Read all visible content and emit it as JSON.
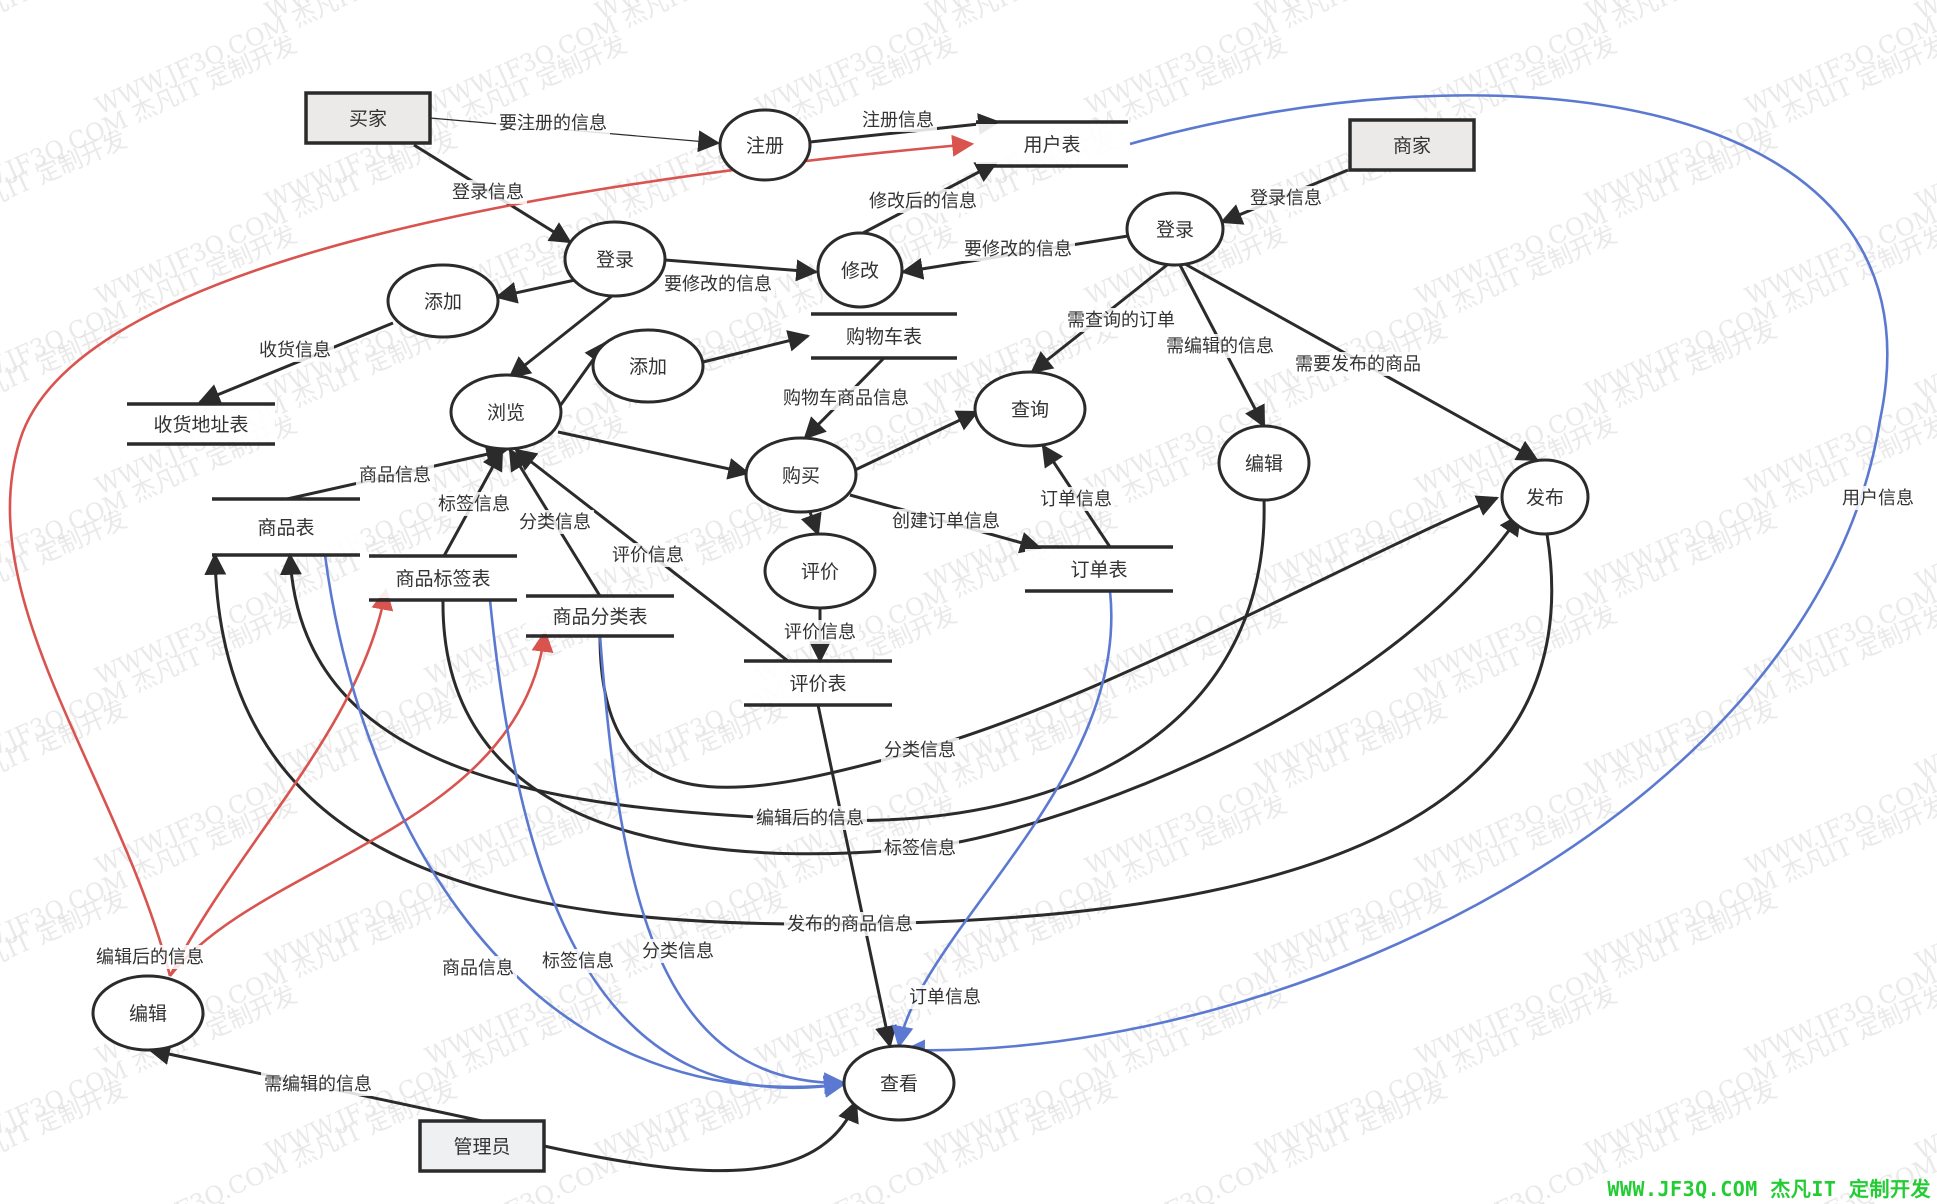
{
  "diagram": {
    "type": "data-flow-diagram",
    "colors": {
      "line": "#2b2b2b",
      "entity_fill": "#ece9e9",
      "entity_fill_alt": "#eef0f2",
      "red_flow": "#d9534f",
      "blue_flow": "#5b79d0",
      "label_bg": "#ffffff"
    },
    "entities": [
      {
        "id": "buyer",
        "label": "买家"
      },
      {
        "id": "merchant",
        "label": "商家"
      },
      {
        "id": "admin",
        "label": "管理员"
      }
    ],
    "processes": [
      {
        "id": "register",
        "label": "注册"
      },
      {
        "id": "login_buyer",
        "label": "登录"
      },
      {
        "id": "modify",
        "label": "修改"
      },
      {
        "id": "add_address",
        "label": "添加"
      },
      {
        "id": "add_cart",
        "label": "添加"
      },
      {
        "id": "browse",
        "label": "浏览"
      },
      {
        "id": "purchase",
        "label": "购买"
      },
      {
        "id": "query",
        "label": "查询"
      },
      {
        "id": "review",
        "label": "评价"
      },
      {
        "id": "login_merchant",
        "label": "登录"
      },
      {
        "id": "edit_merchant",
        "label": "编辑"
      },
      {
        "id": "publish",
        "label": "发布"
      },
      {
        "id": "edit_admin",
        "label": "编辑"
      },
      {
        "id": "view",
        "label": "查看"
      }
    ],
    "stores": [
      {
        "id": "user_table",
        "label": "用户表"
      },
      {
        "id": "cart_table",
        "label": "购物车表"
      },
      {
        "id": "address_table",
        "label": "收货地址表"
      },
      {
        "id": "product_table",
        "label": "商品表"
      },
      {
        "id": "tag_table",
        "label": "商品标签表"
      },
      {
        "id": "category_table",
        "label": "商品分类表"
      },
      {
        "id": "review_table",
        "label": "评价表"
      },
      {
        "id": "order_table",
        "label": "订单表"
      }
    ],
    "flows": [
      {
        "from": "buyer",
        "to": "register",
        "label": "要注册的信息",
        "color": "black"
      },
      {
        "from": "register",
        "to": "user_table",
        "label": "注册信息",
        "color": "black"
      },
      {
        "from": "buyer",
        "to": "login_buyer",
        "label": "登录信息",
        "color": "black"
      },
      {
        "from": "login_buyer",
        "to": "modify",
        "label": "要修改的信息",
        "color": "black"
      },
      {
        "from": "modify",
        "to": "user_table",
        "label": "修改后的信息",
        "color": "black"
      },
      {
        "from": "login_merchant",
        "to": "modify",
        "label": "要修改的信息",
        "color": "black"
      },
      {
        "from": "merchant",
        "to": "login_merchant",
        "label": "登录信息",
        "color": "black"
      },
      {
        "from": "login_buyer",
        "to": "add_address",
        "label": "",
        "color": "black"
      },
      {
        "from": "add_address",
        "to": "address_table",
        "label": "收货信息",
        "color": "black"
      },
      {
        "from": "login_buyer",
        "to": "browse",
        "label": "",
        "color": "black"
      },
      {
        "from": "browse",
        "to": "add_cart",
        "label": "",
        "color": "black"
      },
      {
        "from": "add_cart",
        "to": "cart_table",
        "label": "",
        "color": "black"
      },
      {
        "from": "cart_table",
        "to": "purchase",
        "label": "购物车商品信息",
        "color": "black"
      },
      {
        "from": "browse",
        "to": "purchase",
        "label": "",
        "color": "black"
      },
      {
        "from": "purchase",
        "to": "query",
        "label": "",
        "color": "black"
      },
      {
        "from": "purchase",
        "to": "review",
        "label": "",
        "color": "black"
      },
      {
        "from": "purchase",
        "to": "order_table",
        "label": "创建订单信息",
        "color": "black"
      },
      {
        "from": "order_table",
        "to": "query",
        "label": "订单信息",
        "color": "black"
      },
      {
        "from": "review",
        "to": "review_table",
        "label": "评价信息",
        "color": "black"
      },
      {
        "from": "product_table",
        "to": "browse",
        "label": "商品信息",
        "color": "black"
      },
      {
        "from": "tag_table",
        "to": "browse",
        "label": "标签信息",
        "color": "black"
      },
      {
        "from": "category_table",
        "to": "browse",
        "label": "分类信息",
        "color": "black"
      },
      {
        "from": "review_table",
        "to": "browse",
        "label": "评价信息",
        "color": "black"
      },
      {
        "from": "login_merchant",
        "to": "query",
        "label": "需查询的订单",
        "color": "black"
      },
      {
        "from": "login_merchant",
        "to": "edit_merchant",
        "label": "需编辑的信息",
        "color": "black"
      },
      {
        "from": "login_merchant",
        "to": "publish",
        "label": "需要发布的商品",
        "color": "black"
      },
      {
        "from": "category_table",
        "to": "publish",
        "label": "分类信息",
        "color": "black"
      },
      {
        "from": "edit_merchant",
        "to": "product_table",
        "label": "编辑后的信息",
        "color": "black"
      },
      {
        "from": "tag_table",
        "to": "publish",
        "label": "标签信息",
        "color": "black"
      },
      {
        "from": "publish",
        "to": "product_table",
        "label": "发布的商品信息",
        "color": "black"
      },
      {
        "from": "review_table",
        "to": "view",
        "label": "",
        "color": "black"
      },
      {
        "from": "edit_admin",
        "to": "user_table",
        "label": "",
        "color": "red"
      },
      {
        "from": "edit_admin",
        "to": "tag_table",
        "label": "",
        "color": "red"
      },
      {
        "from": "edit_admin",
        "to": "category_table",
        "label": "编辑后的信息",
        "color": "red"
      },
      {
        "from": "admin",
        "to": "edit_admin",
        "label": "需编辑的信息",
        "color": "black"
      },
      {
        "from": "admin",
        "to": "view",
        "label": "",
        "color": "black"
      },
      {
        "from": "product_table",
        "to": "view",
        "label": "商品信息",
        "color": "blue"
      },
      {
        "from": "tag_table",
        "to": "view",
        "label": "标签信息",
        "color": "blue"
      },
      {
        "from": "category_table",
        "to": "view",
        "label": "分类信息",
        "color": "blue"
      },
      {
        "from": "order_table",
        "to": "view",
        "label": "订单信息",
        "color": "blue"
      },
      {
        "from": "user_table",
        "to": "view",
        "label": "用户信息",
        "color": "blue"
      }
    ]
  },
  "watermark": {
    "repeated_text": [
      "WWW.JF3Q.COM",
      "杰凡IT",
      "定制开发"
    ],
    "footer": "WWW.JF3Q.COM 杰凡IT  定制开发"
  }
}
